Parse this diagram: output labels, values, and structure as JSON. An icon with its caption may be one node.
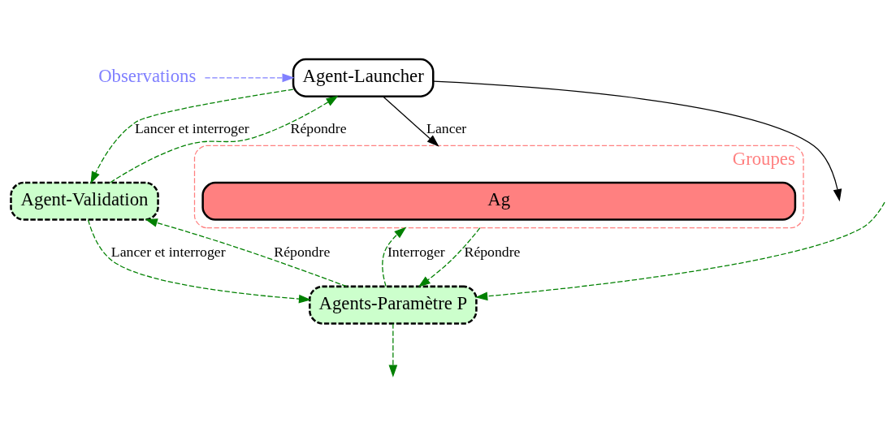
{
  "diagram": {
    "nodes": [
      {
        "text": [
          "Agent-Launcher"
        ]
      },
      {
        "text": [
          "Observations"
        ]
      },
      {
        "text": [
          "Agent-Validation"
        ]
      },
      {
        "text": [
          "Agents-Paramètre P"
        ]
      },
      {
        "text": [
          "Groupes"
        ]
      },
      {
        "text": [
          "Ag"
        ],
        "in": 4
      }
    ],
    "edges": [
      {
        "from": 1,
        "to": 0,
        "arrow": "to",
        "style": "dashed",
        "color": "#8080ff"
      },
      {
        "from": 0,
        "to": 2,
        "arrow": "to",
        "style": "dashed",
        "label": "Lancer et interroger"
      },
      {
        "from": 2,
        "to": 0,
        "arrow": "to",
        "style": "dashed",
        "label": "Répondre"
      },
      {
        "from": 2,
        "to": 3,
        "arrow": "to",
        "style": "dashed",
        "label": "Lancer et interroger"
      },
      {
        "from": 3,
        "to": 2,
        "arrow": "to",
        "style": "dashed",
        "label": "Répondre"
      },
      {
        "from": 3,
        "to": 4,
        "arrow": "to",
        "style": "dashed",
        "label": "Interroger"
      },
      {
        "from": 4,
        "to": 3,
        "arrow": "to",
        "style": "dashed",
        "label": "Répondre"
      },
      {
        "from": null,
        "to": 3,
        "arrow": "to",
        "style": "dashed"
      },
      {
        "from": 3,
        "to": null,
        "arrow": "to",
        "style": "dashed"
      },
      {
        "from": 0,
        "to": 4,
        "arrow": "to",
        "label": "Lancer",
        "color": "#000000"
      },
      {
        "from": 0,
        "to": null,
        "arrow": "to",
        "color": "#000000"
      }
    ]
  }
}
